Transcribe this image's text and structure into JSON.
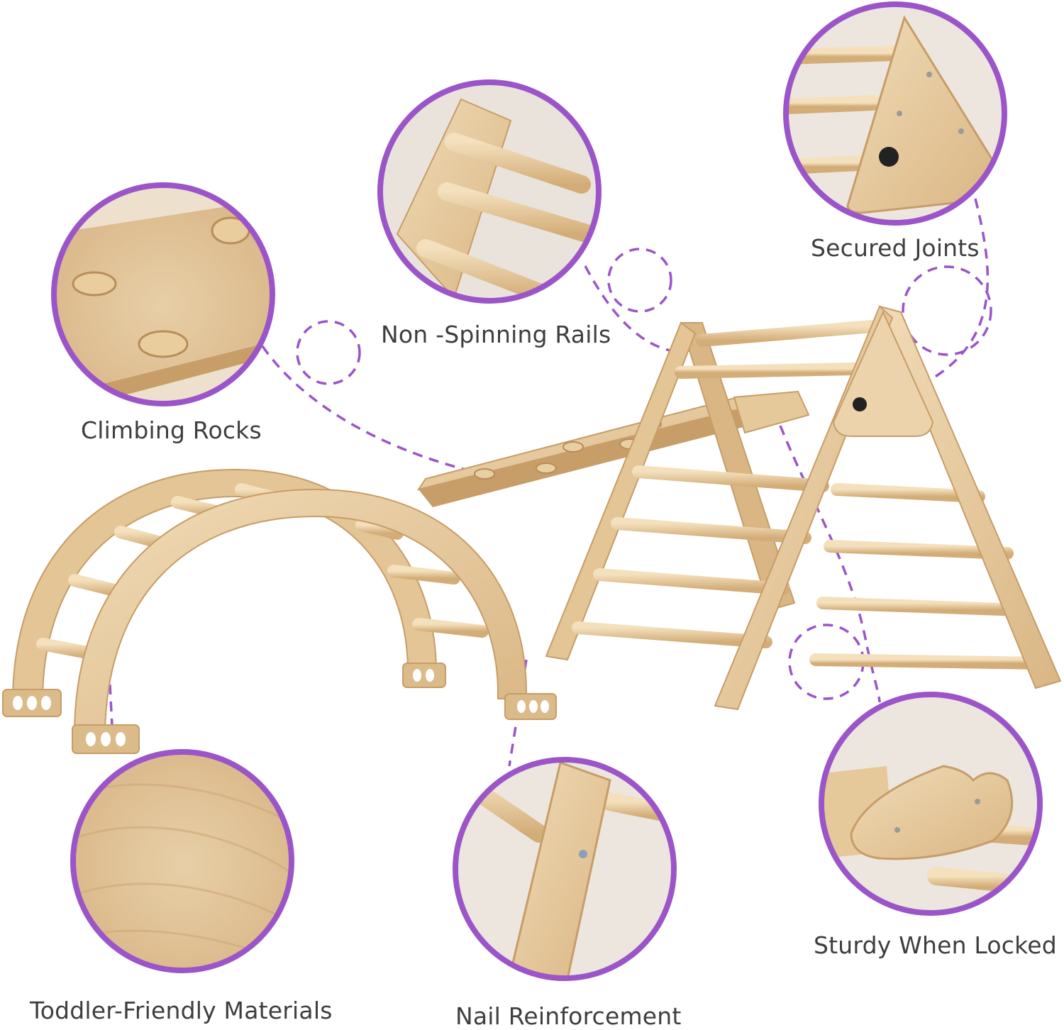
{
  "labels": {
    "non_spinning_rails": "Non -Spinning Rails",
    "secured_joints": "Secured Joints",
    "climbing_rocks": "Climbing Rocks",
    "toddler_friendly_materials": "Toddler-Friendly Materials",
    "nail_reinforcement": "Nail Reinforcement",
    "sturdy_when_locked": "Sturdy When Locked"
  },
  "colors": {
    "accent_purple": "#9b55c8",
    "wood_light": "#ecd3ab",
    "wood_mid": "#dcbb8a",
    "wood_edge": "#c79d68",
    "label_text": "#3e3e3e"
  }
}
